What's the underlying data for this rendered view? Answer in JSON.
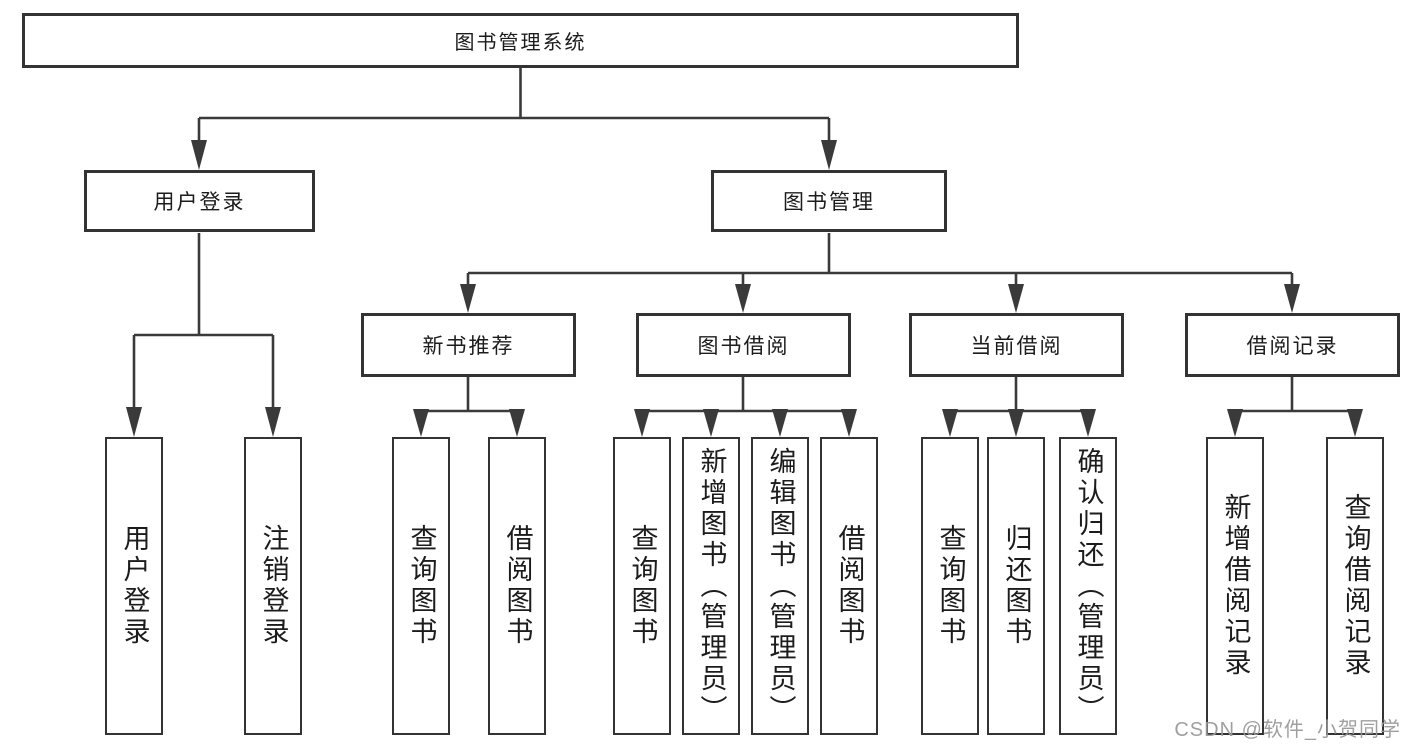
{
  "colors": {
    "border": "#333333",
    "line": "#3a3a3a",
    "text": "#1c1c1c",
    "watermark": "#9a9a9a"
  },
  "tree": {
    "root": "图书管理系统",
    "children": [
      {
        "label": "用户登录",
        "children": [
          "用户登录",
          "注销登录"
        ]
      },
      {
        "label": "图书管理",
        "children": [
          {
            "label": "新书推荐",
            "children": [
              "查询图书",
              "借阅图书"
            ]
          },
          {
            "label": "图书借阅",
            "children": [
              "查询图书",
              "新增图书（管理员）",
              "编辑图书（管理员）",
              "借阅图书"
            ]
          },
          {
            "label": "当前借阅",
            "children": [
              "查询图书",
              "归还图书",
              "确认归还（管理员）"
            ]
          },
          {
            "label": "借阅记录",
            "children": [
              "新增借阅记录",
              "查询借阅记录"
            ]
          }
        ]
      }
    ]
  },
  "watermark": {
    "text": "CSDN @软件_小贺同学"
  }
}
